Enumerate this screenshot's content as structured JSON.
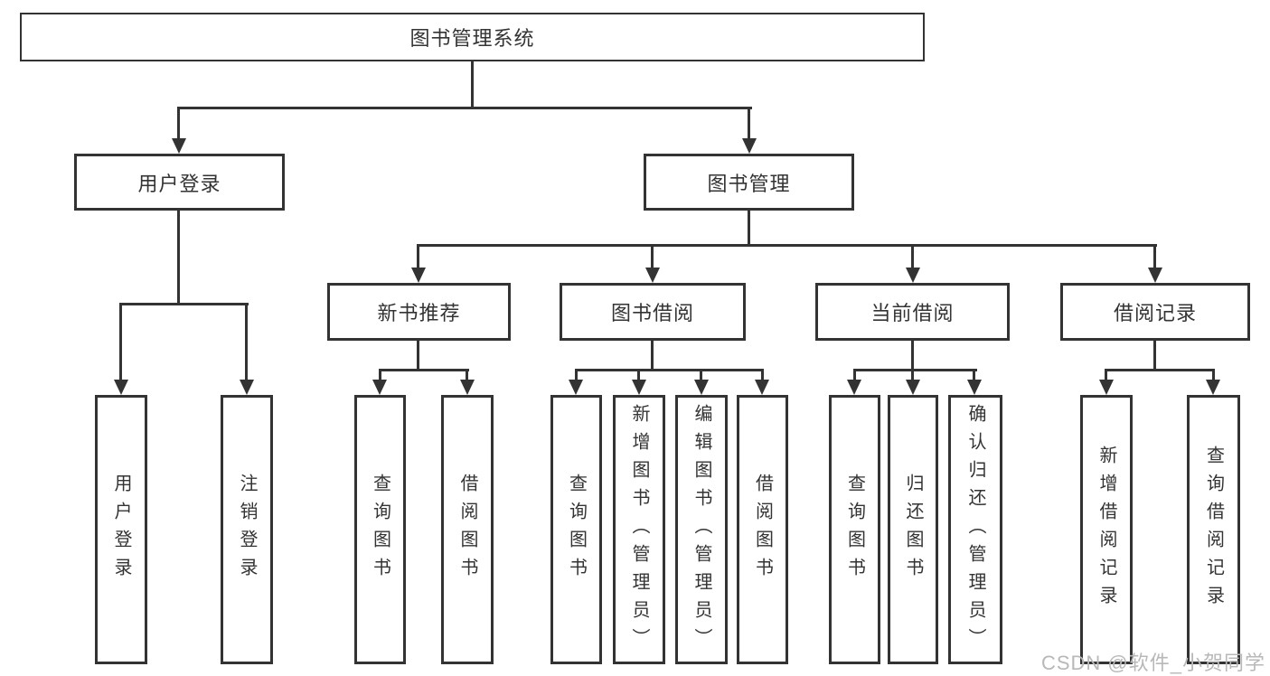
{
  "tree": {
    "root": {
      "label": "图书管理系统"
    },
    "login": {
      "label": "用户登录",
      "children": [
        {
          "label": "用户登录"
        },
        {
          "label": "注销登录"
        }
      ]
    },
    "management": {
      "label": "图书管理",
      "sections": [
        {
          "label": "新书推荐",
          "children": [
            {
              "label": "查询图书"
            },
            {
              "label": "借阅图书"
            }
          ]
        },
        {
          "label": "图书借阅",
          "children": [
            {
              "label": "查询图书"
            },
            {
              "label": "新增图书（管理员）"
            },
            {
              "label": "编辑图书（管理员）"
            },
            {
              "label": "借阅图书"
            }
          ]
        },
        {
          "label": "当前借阅",
          "children": [
            {
              "label": "查询图书"
            },
            {
              "label": "归还图书"
            },
            {
              "label": "确认归还（管理员）"
            }
          ]
        },
        {
          "label": "借阅记录",
          "children": [
            {
              "label": "新增借阅记录"
            },
            {
              "label": "查询借阅记录"
            }
          ]
        }
      ]
    }
  },
  "watermark": "CSDN @软件_小贺同学",
  "colors": {
    "line": "#333333",
    "text": "#333333",
    "watermark": "#b8b8b8",
    "background": "#ffffff"
  }
}
